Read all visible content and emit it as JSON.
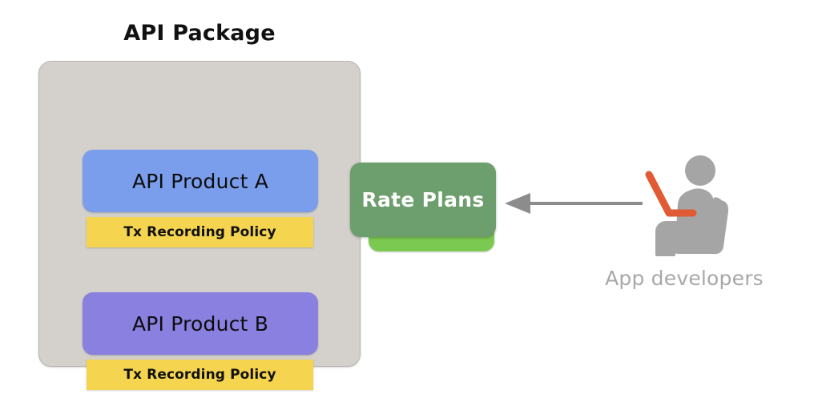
{
  "diagram": {
    "title": "API Package",
    "package": {
      "label": "API Package",
      "fill_color": "#d4d1cc",
      "border_color": "#b9b6b1",
      "products": [
        {
          "name": "API Product A",
          "color": "#7a9eec",
          "policy": "Tx Recording Policy",
          "policy_color": "#f5d44f"
        },
        {
          "name": "API Product B",
          "color": "#8a80e0",
          "policy": "Tx Recording Policy",
          "policy_color": "#f5d44f"
        }
      ]
    },
    "rate_plans": {
      "label": "Rate Plans",
      "front_color": "#6d9e6d",
      "back_color": "#7bc950",
      "text_color": "#ffffff"
    },
    "connector": {
      "direction": "left",
      "color": "#8c8c8c",
      "from": "App developers",
      "to": "Rate Plans"
    },
    "actor": {
      "label": "App developers",
      "icon": "seated-developer-with-laptop-icon",
      "body_color": "#a5a5a5",
      "laptop_color": "#e05a33",
      "label_color": "#a8a8a8"
    }
  }
}
